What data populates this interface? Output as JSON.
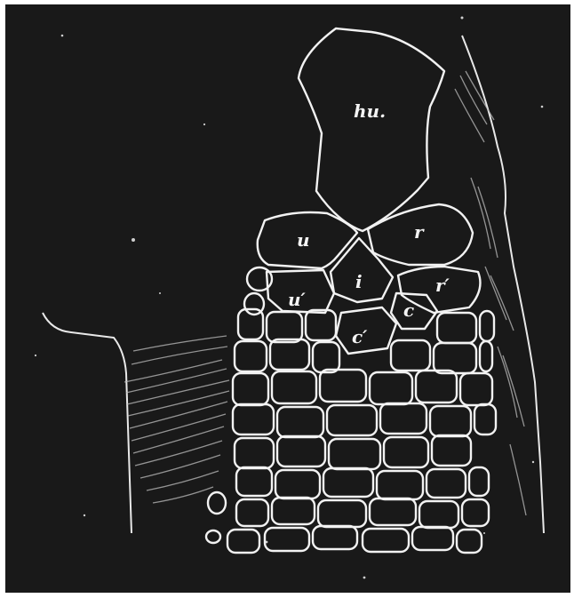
{
  "figure": {
    "background_color": "#191919",
    "line_color": "#f2f2f2",
    "labels": {
      "humerus": "hu.",
      "ulna": "u",
      "radius": "r",
      "intermedium": "i",
      "ulnare": "u′",
      "radiale": "r′",
      "centrale": "c",
      "second_row": "c′"
    }
  }
}
